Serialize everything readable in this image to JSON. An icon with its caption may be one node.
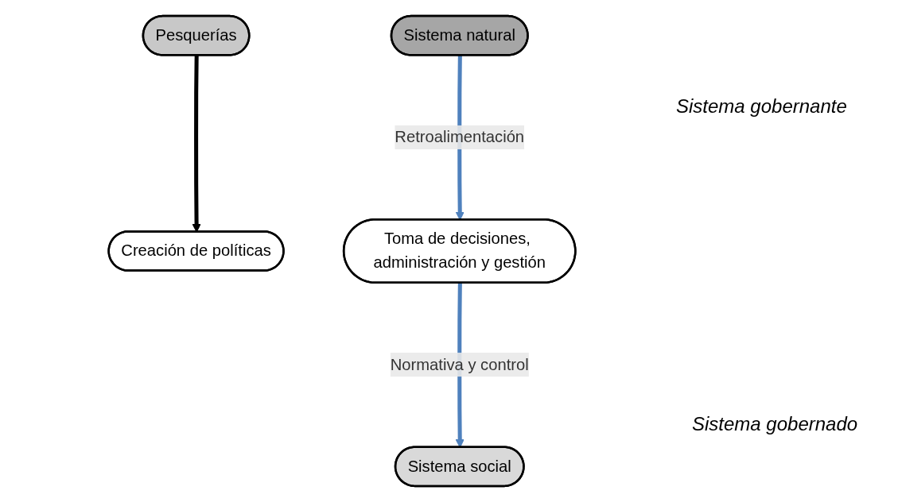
{
  "diagram": {
    "nodes": [
      {
        "text": [
          "Creación de políticas"
        ]
      },
      {
        "text": [
          "Toma de decisiones, administración y gestión"
        ]
      },
      {
        "text": [
          "Sistema social"
        ]
      },
      {
        "text": [
          "Pesquerías"
        ]
      },
      {
        "text": [
          "Sistema natural"
        ]
      }
    ],
    "edges": [
      {
        "from": 3,
        "to": 0,
        "arrow": "to",
        "color": "#000000"
      },
      {
        "from": 1,
        "to": 2,
        "arrow": "to",
        "label": "Normativa y control"
      },
      {
        "from": 4,
        "to": 1,
        "arrow": "to",
        "label": "Retroalimentación"
      }
    ],
    "labels": [
      "Sistema gobernante",
      "Sistema gobernado"
    ]
  }
}
